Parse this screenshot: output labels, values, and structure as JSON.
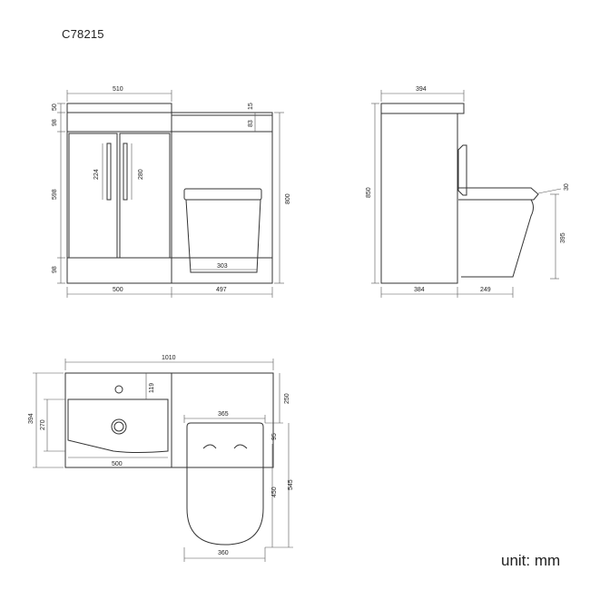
{
  "product_code": "C78215",
  "unit_label": "unit: mm",
  "front_view": {
    "width_top": "510",
    "top_slab": "50",
    "upper_gap": "98",
    "door_height": "598",
    "plinth": "98",
    "overall_height": "800",
    "shelf_thickness": "15",
    "toilet_box_height": "83",
    "handle_left": "224",
    "handle_right": "280",
    "pan_width": "303",
    "width_left": "500",
    "width_right": "497"
  },
  "side_view": {
    "depth_top": "394",
    "height": "850",
    "rim_offset": "30",
    "pan_height": "395",
    "depth_cabinet": "384",
    "pan_projection": "249"
  },
  "top_view": {
    "overall_width": "1010",
    "depth_total": "394",
    "basin_depth": "270",
    "tap_offset": "119",
    "basin_width": "500",
    "back_box": "250",
    "seat_width": "365",
    "seat_offset": "95",
    "seat_length": "450",
    "pan_length": "545",
    "pan_width": "360"
  }
}
